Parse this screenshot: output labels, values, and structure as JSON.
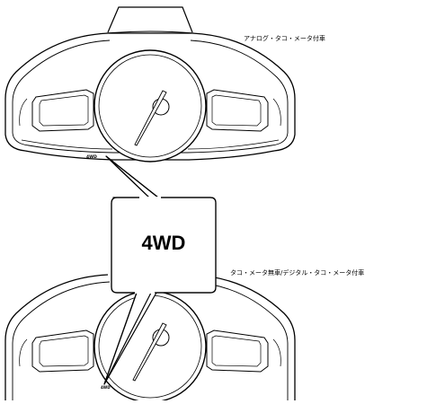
{
  "captions": {
    "analog": "アナログ・タコ・メータ付車",
    "digital": "タコ・メータ無車/デジタル・タコ・メータ付車"
  },
  "callout": {
    "label": "4WD"
  },
  "indicator": {
    "label_top": "4WD",
    "label_bottom": "4WD"
  }
}
